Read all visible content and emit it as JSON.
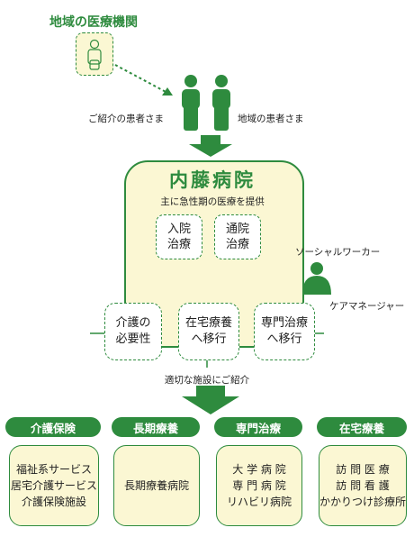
{
  "regional_institutions_label": "地域の医療機関",
  "referred_patient_label": "ご紹介の患者さま",
  "local_patient_label": "地域の患者さま",
  "hospital": {
    "name": "内藤病院",
    "subtitle": "主に急性期の医療を提供",
    "treatments": [
      "入院\n治療",
      "通院\n治療"
    ]
  },
  "staff": {
    "social_worker": "ソーシャルワーカー",
    "care_manager": "ケアマネージャー"
  },
  "dispositions": [
    "介護の\n必要性",
    "在宅療養\nへ移行",
    "専門治療\nへ移行"
  ],
  "referral_caption": "適切な施設にご紹介",
  "categories": [
    {
      "label": "介護保険",
      "facilities": "福祉系サービス\n居宅介護サービス\n介護保険施設"
    },
    {
      "label": "長期療養",
      "facilities": "長期療養病院"
    },
    {
      "label": "専門治療",
      "facilities": "大 学 病 院\n専 門 病 院\nリハビリ病院"
    },
    {
      "label": "在宅療養",
      "facilities": "訪 問 医 療\n訪 問 看 護\nかかりつけ診療所"
    }
  ]
}
